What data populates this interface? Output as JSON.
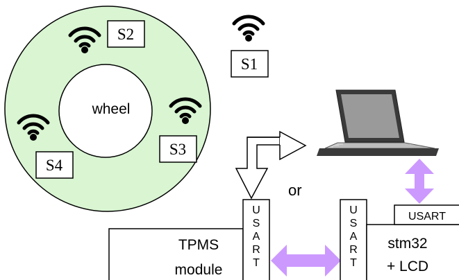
{
  "sensors": {
    "s1": "S1",
    "s2": "S2",
    "s3": "S3",
    "s4": "S4"
  },
  "wheel": {
    "label": "wheel"
  },
  "connection": {
    "or_label": "or"
  },
  "tpms": {
    "line1": "TPMS",
    "line2": "module"
  },
  "usart_vertical": [
    "U",
    "S",
    "A",
    "R",
    "T"
  ],
  "stm32": {
    "line1": "stm32",
    "line2": "+ LCD",
    "usart_label": "USART"
  },
  "colors": {
    "ring_fill": "#d9f5d2",
    "arrow_fill": "#cc99ff",
    "outline": "#000000"
  }
}
